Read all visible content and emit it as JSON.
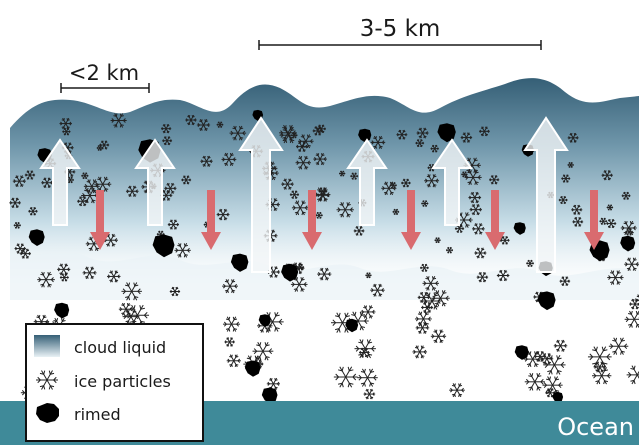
{
  "scale_labels": {
    "small_spacing": "<2 km",
    "large_spacing": "3-5 km"
  },
  "legend": {
    "items": [
      {
        "key": "cloud_liquid",
        "label": "cloud liquid",
        "icon": "cloud-liquid-swatch"
      },
      {
        "key": "ice_particles",
        "label": "ice particles",
        "icon": "snowflake-icon"
      },
      {
        "key": "rimed",
        "label": "rimed",
        "icon": "rimed-particle-icon"
      }
    ]
  },
  "surface": {
    "label": "Ocean"
  },
  "colors": {
    "cloud_dark": "#3f6b82",
    "cloud_light": "#e7f1f6",
    "updraft_arrow": "#f4f6f7",
    "downdraft_arrow": "#d96b6f",
    "ocean": "#3f8a99",
    "rimed": "#000000"
  }
}
